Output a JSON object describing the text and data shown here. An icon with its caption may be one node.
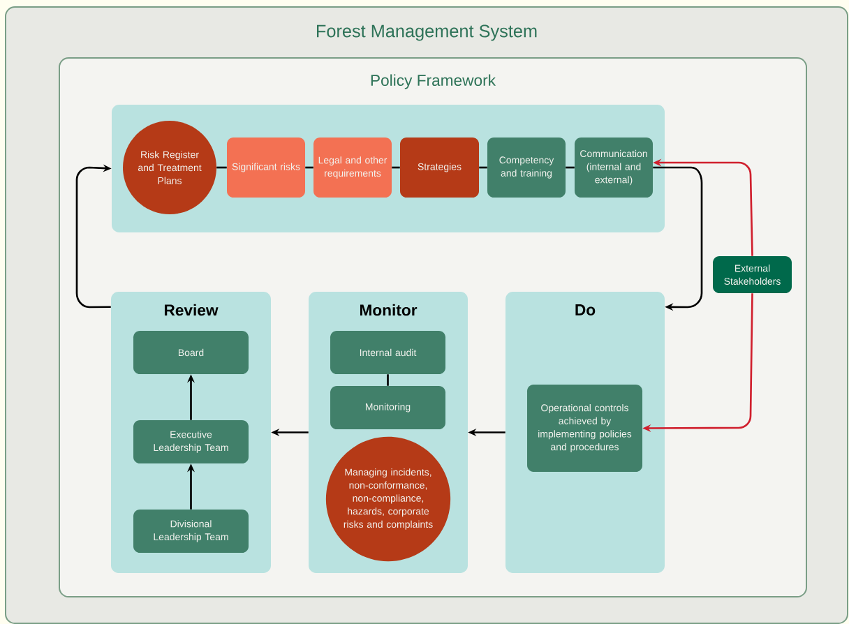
{
  "diagram": {
    "nodes": [
      {
        "text": [
          "Forest Management System"
        ]
      },
      {
        "text": [
          "Policy Framework"
        ],
        "in": 0
      },
      {
        "text": [],
        "shape": "box",
        "in": 1
      },
      {
        "text": [
          "Risk Register and Treatment Plans"
        ],
        "in": 2
      },
      {
        "text": [
          "Significant risks"
        ],
        "in": 2
      },
      {
        "text": [
          "Legal and other requirements"
        ],
        "in": 2
      },
      {
        "text": [
          "Strategies"
        ],
        "in": 2
      },
      {
        "text": [
          "Competency and training"
        ],
        "in": 2
      },
      {
        "text": [
          "Communication (internal and external)"
        ],
        "in": 2
      },
      {
        "text": [
          "External Stakeholders"
        ],
        "in": 1
      },
      {
        "text": [
          "Review"
        ],
        "in": 1
      },
      {
        "text": [
          "Board"
        ],
        "in": 10
      },
      {
        "text": [
          "Executive Leadership Team"
        ],
        "in": 10
      },
      {
        "text": [
          "Divisional Leadership Team"
        ],
        "in": 10
      },
      {
        "text": [
          "Monitor"
        ],
        "in": 1
      },
      {
        "text": [
          "Internal audit"
        ],
        "in": 14
      },
      {
        "text": [
          "Monitoring"
        ],
        "in": 14
      },
      {
        "text": [
          "Managing incidents, non-conformance, non-compliance, hazards, corporate risks and complaints"
        ],
        "in": 14
      },
      {
        "text": [
          "Do"
        ],
        "in": 1
      },
      {
        "text": [
          "Operational controls achieved by implementing policies and procedures"
        ],
        "in": 18
      }
    ],
    "edges": [
      {
        "from": 3,
        "to": 4,
        "arrow": "none"
      },
      {
        "from": 4,
        "to": 5,
        "arrow": "none"
      },
      {
        "from": 5,
        "to": 6,
        "arrow": "none"
      },
      {
        "from": 6,
        "to": 7,
        "arrow": "none"
      },
      {
        "from": 7,
        "to": 8,
        "arrow": "none"
      },
      {
        "from": 8,
        "to": 18,
        "arrow": "to"
      },
      {
        "from": 10,
        "to": 2,
        "arrow": "to"
      },
      {
        "from": 9,
        "to": 8,
        "arrow": "to",
        "color": "#d0202e"
      },
      {
        "from": 9,
        "to": 19,
        "arrow": "to",
        "color": "#d0202e"
      },
      {
        "from": 18,
        "to": 14,
        "arrow": "to"
      },
      {
        "from": 14,
        "to": 10,
        "arrow": "to"
      },
      {
        "from": 13,
        "to": 12,
        "arrow": "to"
      },
      {
        "from": 12,
        "to": 11,
        "arrow": "to"
      },
      {
        "from": 15,
        "to": 16,
        "arrow": "none"
      }
    ]
  }
}
